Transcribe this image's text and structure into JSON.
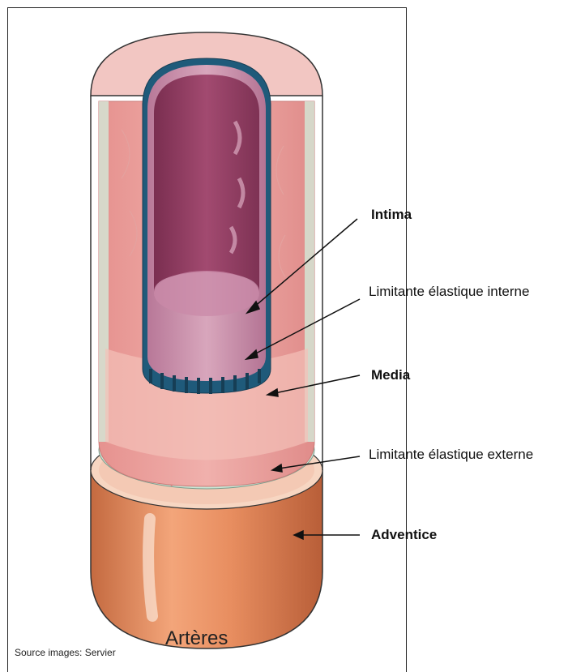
{
  "labels": {
    "intima": "Intima",
    "limitante_interne": "Limitante élastique interne",
    "media": "Media",
    "limitante_externe": "Limitante élastique externe",
    "adventice": "Adventice"
  },
  "title": "Artères",
  "source": "Source images: Servier",
  "colors": {
    "adventice": "#e58a5e",
    "media": "#ecaaa8",
    "intima": "#b06a8a",
    "lumen": "#8c3a5c",
    "elastic": "#1f5a7a",
    "externe": "#bfe0d0"
  }
}
